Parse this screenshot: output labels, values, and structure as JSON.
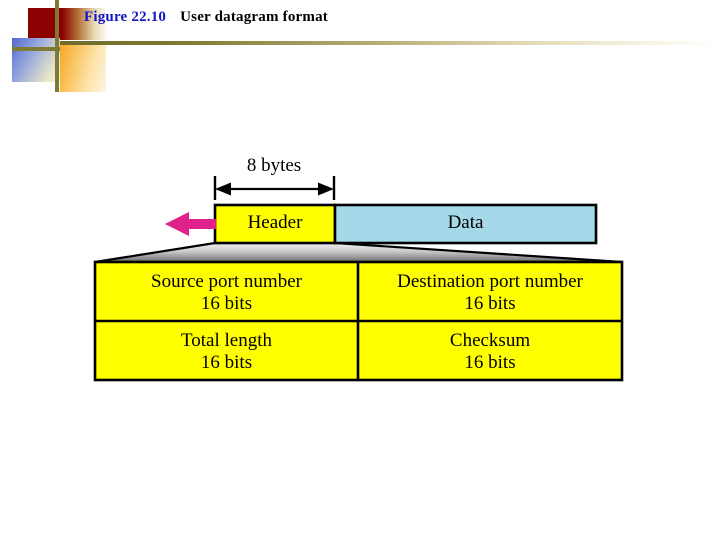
{
  "slide": {
    "title": {
      "figure_number": "Figure 22.10",
      "caption": "User datagram format"
    },
    "decoration": {
      "red_square": "red-square",
      "blue_gradient_square": "blue-gradient-square",
      "orange_gradient_square": "orange-gradient-square",
      "vertical_rule": "vertical-rule",
      "horizontal_rule": "horizontal-rule"
    },
    "colors": {
      "figure_number": "#1414c8",
      "caption": "#000000",
      "header_box_fill": "#ffff00",
      "data_box_fill": "#a5d8e8",
      "table_fill": "#ffff00",
      "arrow": "#e0218a",
      "expander": "#9c9c9c",
      "rule": "#7d7a33",
      "deco_red": "#8b0000",
      "outline": "#000000"
    }
  },
  "diagram": {
    "dimension_label": "8 bytes",
    "packet": {
      "header_label": "Header",
      "data_label": "Data"
    },
    "arrow_name": "transmission-arrow",
    "expander_name": "header-expander",
    "header_fields": [
      {
        "name": "source-port",
        "title": "Source port number",
        "size": "16 bits"
      },
      {
        "name": "destination-port",
        "title": "Destination port number",
        "size": "16 bits"
      },
      {
        "name": "total-length",
        "title": "Total length",
        "size": "16 bits"
      },
      {
        "name": "checksum",
        "title": "Checksum",
        "size": "16 bits"
      }
    ]
  }
}
